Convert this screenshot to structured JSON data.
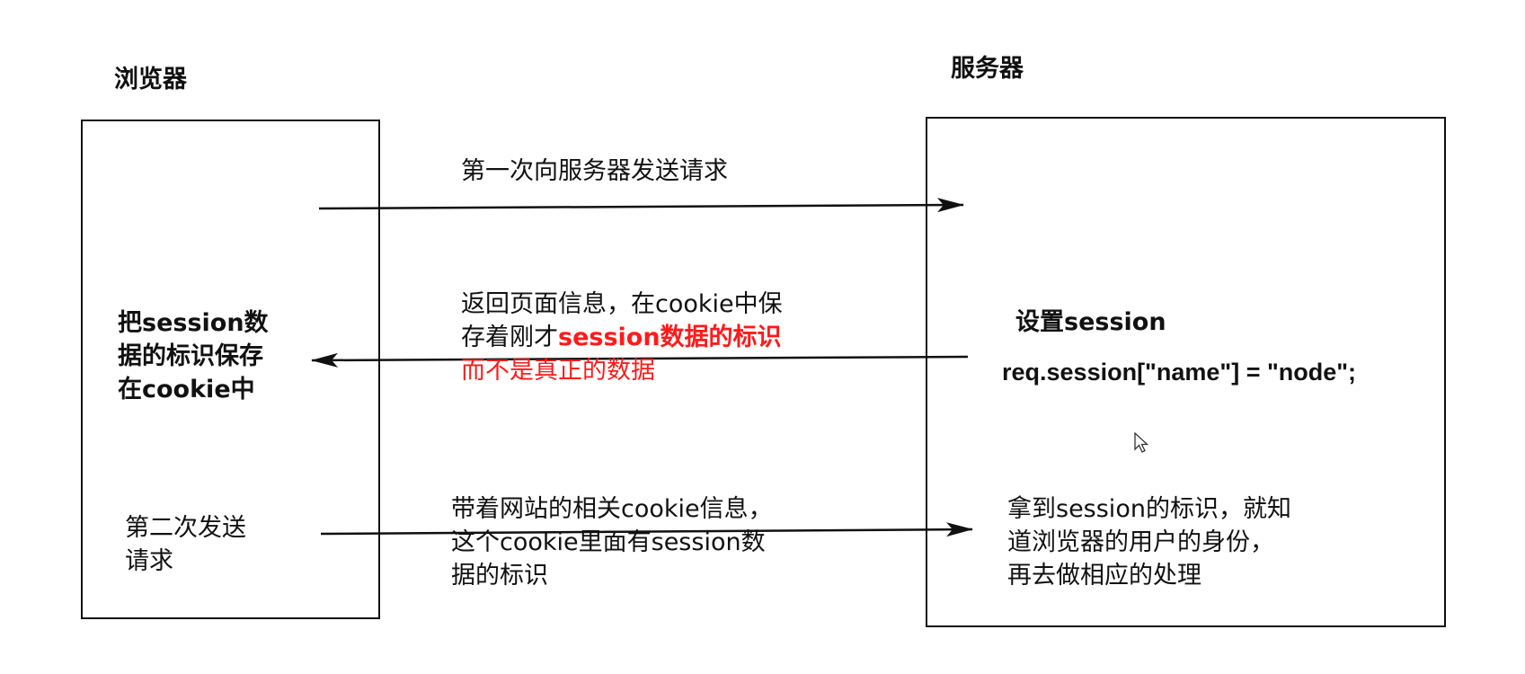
{
  "browser": {
    "title": "浏览器",
    "note": [
      "把session数",
      "据的标识保存",
      "在cookie中"
    ],
    "second_request": [
      "第二次发送",
      "请求"
    ]
  },
  "server": {
    "title": "服务器",
    "set_session": "设置session",
    "code": "req.session[\"name\"] = \"node\";",
    "handling": [
      "拿到session的标识，就知",
      "道浏览器的用户的身份，",
      "再去做相应的处理"
    ]
  },
  "arrows": {
    "first_request": "第一次向服务器发送请求",
    "response": {
      "line1": "返回页面信息，在cookie中保",
      "line2_black": "存着刚才",
      "line2_red": "session数据的标识",
      "line3_red": "而不是真正的数据"
    },
    "second_request_info": [
      "带着网站的相关cookie信息，",
      "这个cookie里面有session数",
      "据的标识"
    ]
  },
  "colors": {
    "stroke": "#111111",
    "highlight": "#ff1a1a"
  },
  "icons": {
    "cursor": "mouse-pointer-icon"
  }
}
